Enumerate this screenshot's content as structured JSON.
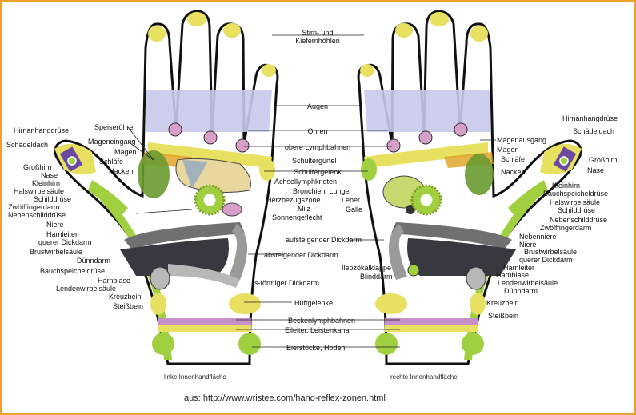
{
  "center_labels": [
    "Stirn- und",
    "Kiefernhöhlen",
    "Augen",
    "Ohren",
    "obere Lymphbahnen",
    "Schultergelenk",
    "Achsellymphknoten",
    "Herzbezugszone",
    "Sonnengeflecht",
    "aufsteigender Dickdarm",
    "absteigender Dickdarm",
    "s-förmiger Dickdarm",
    "Hüftgelenke",
    "Beckenlymphbahnen",
    "Eileiter, Leistenkanal",
    "Eierstöcke, Hoden"
  ],
  "left_hand_labels": [
    "Hirnanhangdrüse",
    "Schädeldach",
    "Speiseröhre",
    "Mageneingang",
    "Magen",
    "Schläfe",
    "Nacken",
    "Großhirn",
    "Nase",
    "Kleinhirn",
    "Halswirbelsäule",
    "Schilddrüse",
    "Zwölffingerdarm",
    "Nebenschilddrüse",
    "Niere",
    "Harnleiter",
    "querer Dickdarm",
    "Brustwirbelsäule",
    "Dünndarm",
    "Bauchspeicheldrüse",
    "Harnblase",
    "Lendenwirbelsäule",
    "Kreuzbein",
    "Steißbein"
  ],
  "right_hand_labels": [
    "Hirnanhangdrüse",
    "Schädeldach",
    "Magenausgang",
    "Magen",
    "Schläfe",
    "Großhirn",
    "Nacken",
    "Nase",
    "Schultergürtel",
    "Bronchien, Lunge",
    "Milz",
    "Leber",
    "Galle",
    "Kleinhirn",
    "Bauchspeicheldrüse",
    "Halswirbelsäule",
    "Schilddrüse",
    "Nebenschilddrüse",
    "Zwölffingerdarm",
    "Nebenniere",
    "Niere",
    "Brustwirbelsäule",
    "querer Dickdarm",
    "Ileozökalklappe",
    "Blinddarm",
    "Harnleiter",
    "Harnblase",
    "Lendenwirbelsäule",
    "Dünndarm",
    "Kreuzbein",
    "Steißbein"
  ],
  "captions": {
    "left": "linke Innenhandfläche",
    "right": "rechte Innenhandfläche"
  },
  "source": "aus: http://www.wristee.com/hand-reflex-zonen.html",
  "colors": {
    "frame": "#f0a030",
    "yellow": "#e8e060",
    "green": "#a0d040",
    "lavender": "#c8c8ec",
    "pink": "#d8a0c8",
    "dark_gray": "#505058",
    "orange": "#e0a020",
    "purple": "#6a4aa0"
  }
}
